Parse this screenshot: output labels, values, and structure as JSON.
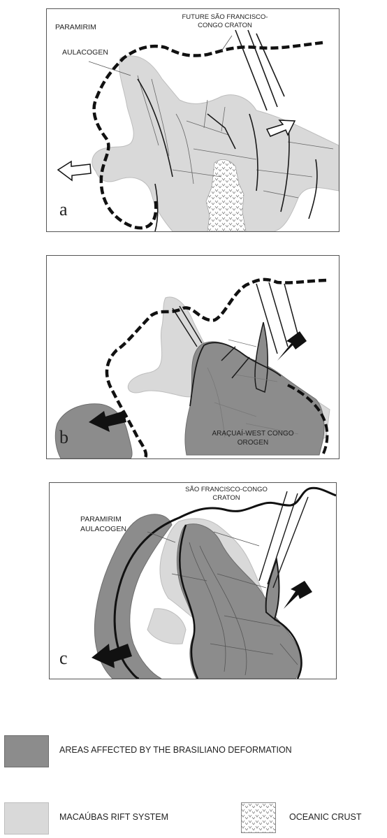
{
  "panels": {
    "a": {
      "letter": "a",
      "label_craton": "FUTURE SÃO FRANCISCO-\nCONGO CRATON",
      "label_aulacogen_1": "PARAMIRIM",
      "label_aulacogen_2": "AULACOGEN"
    },
    "b": {
      "letter": "b",
      "label_orogen_1": "ARAÇUAÍ-WEST CONGO",
      "label_orogen_2": "OROGEN"
    },
    "c": {
      "letter": "c",
      "label_craton_1": "SÃO FRANCISCO-CONGO",
      "label_craton_2": "CRATON",
      "label_aulacogen_1": "PARAMIRIM",
      "label_aulacogen_2": "AULACOGEN"
    }
  },
  "legend": {
    "brasiliano": "AREAS AFFECTED BY THE BRASILIANO DEFORMATION",
    "macaubas": "MACAÚBAS RIFT SYSTEM",
    "oceanic": "OCEANIC CRUST"
  },
  "colors": {
    "light_gray": "#d9d9d9",
    "dark_gray": "#8c8c8c",
    "line": "#1a1a1a"
  }
}
